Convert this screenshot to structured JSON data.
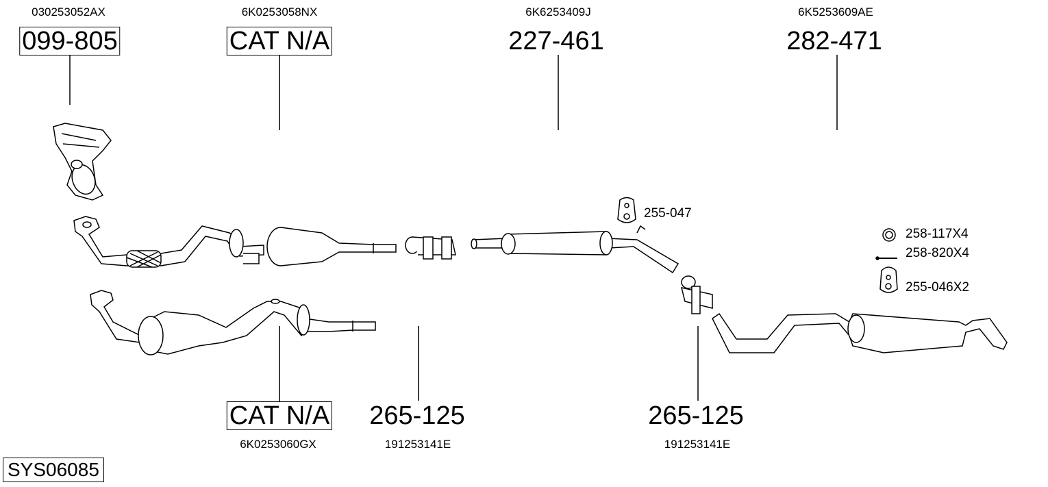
{
  "diagram_id": "SYS06085",
  "parts": [
    {
      "oem": "030253052AX",
      "code": "099-805"
    },
    {
      "oem": "6K0253058NX",
      "code": "CAT N/A"
    },
    {
      "oem": "6K6253409J",
      "code": "227-461"
    },
    {
      "oem": "6K5253609AE",
      "code": "282-471"
    },
    {
      "oem": "6K0253060GX",
      "code": "CAT N/A"
    },
    {
      "oem": "191253141E",
      "code": "265-125"
    },
    {
      "oem": "191253141E",
      "code": "265-125"
    }
  ],
  "accessories": [
    "255-047",
    "258-117X4",
    "258-820X4",
    "255-046X2"
  ]
}
